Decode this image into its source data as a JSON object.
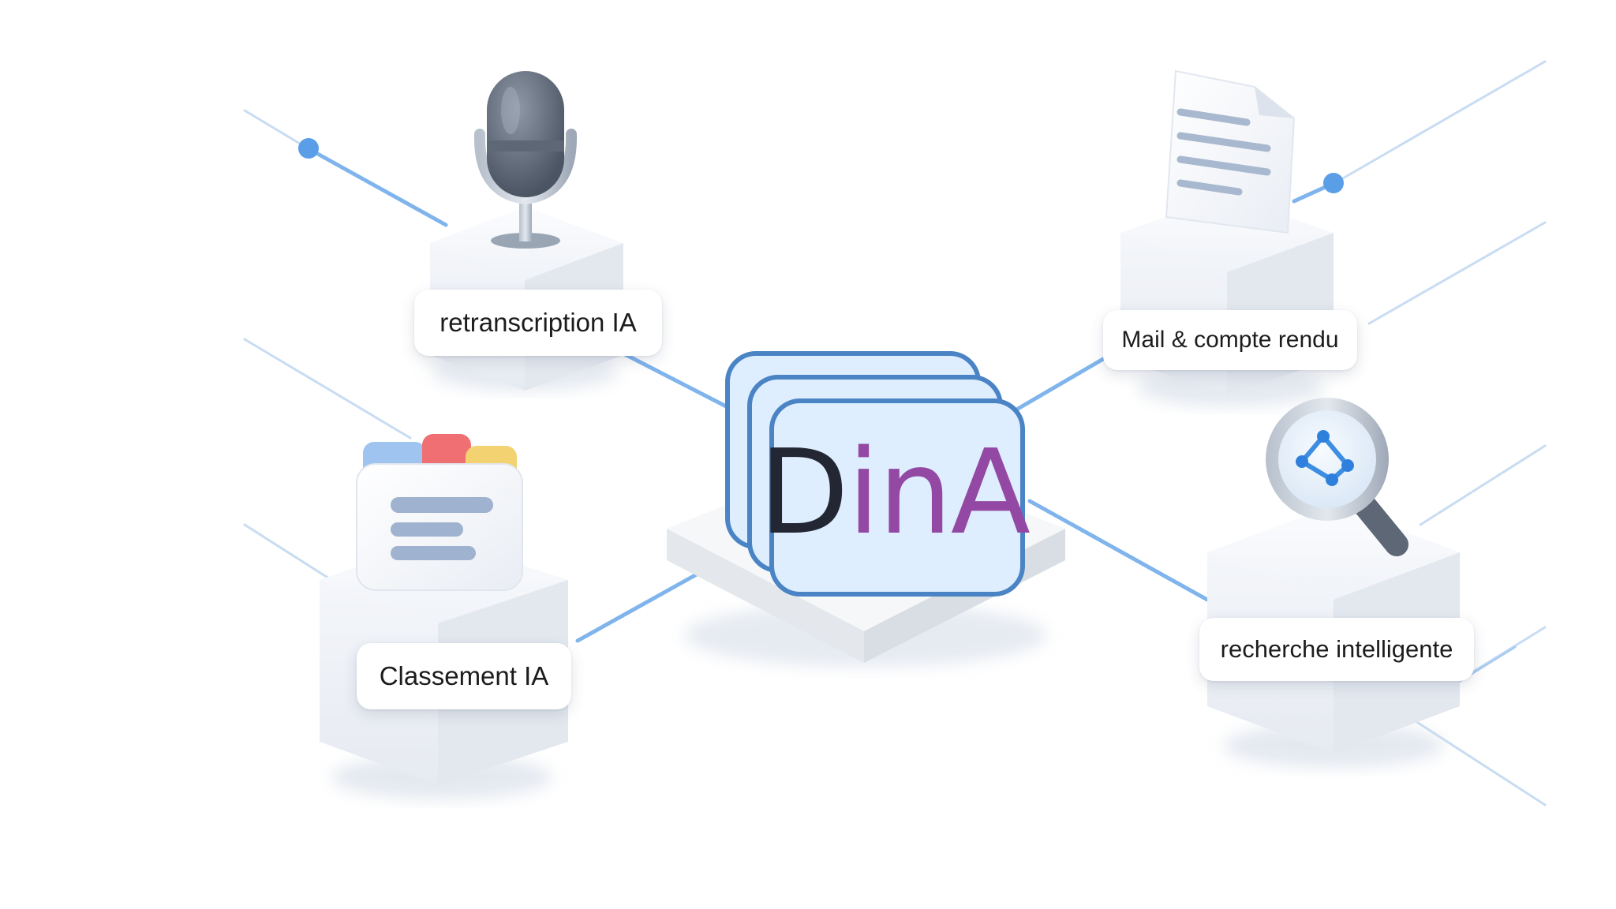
{
  "nodes": {
    "retranscription": {
      "label": "retranscription IA",
      "icon": "microphone-icon"
    },
    "mail": {
      "label": "Mail & compte rendu",
      "icon": "document-icon"
    },
    "classement": {
      "label": "Classement IA",
      "icon": "folder-icon"
    },
    "recherche": {
      "label": "recherche intelligente",
      "icon": "magnifier-network-icon"
    }
  },
  "center": {
    "logo": {
      "part1": "D",
      "part2": "in",
      "part3": "A"
    }
  },
  "colors": {
    "line": "#7fb4ec",
    "dot": "#5b9ee8",
    "logo_border": "#4a84c4",
    "logo_fill": "#deeefe",
    "logo_dark": "#232733",
    "logo_purple": "#9348a4"
  }
}
